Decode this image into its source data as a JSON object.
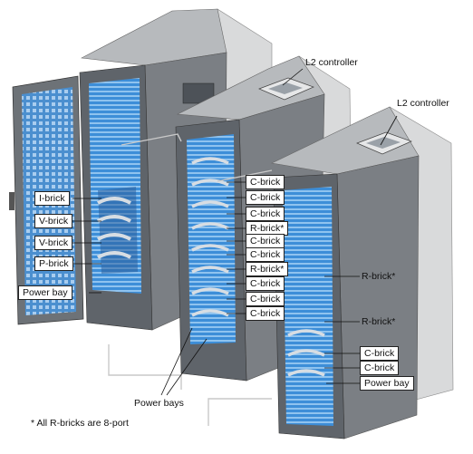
{
  "colors": {
    "cabinet_dark": "#5f646a",
    "cabinet_side": "#7b7f84",
    "cabinet_top": "#b7babd",
    "rear_panel": "#d9dadb",
    "brick_blue": "#3d8ed8",
    "brick_light": "#8fc3ef",
    "cable": "#c9c9c9"
  },
  "labels": {
    "l2_controller_1": "L2 controller",
    "l2_controller_2": "L2 controller",
    "rack1": [
      "I-brick",
      "V-brick",
      "V-brick",
      "P-brick",
      "Power bay"
    ],
    "rack2": [
      "C-brick",
      "C-brick",
      "C-brick",
      "R-brick*",
      "C-brick",
      "C-brick",
      "R-brick*",
      "C-brick",
      "C-brick",
      "C-brick"
    ],
    "rack3": [
      "R-brick*",
      "R-brick*",
      "C-brick",
      "C-brick",
      "Power bay"
    ],
    "power_bays": "Power bays"
  },
  "footnote": {
    "symbol": "*",
    "text": "All R-bricks are 8-port"
  }
}
